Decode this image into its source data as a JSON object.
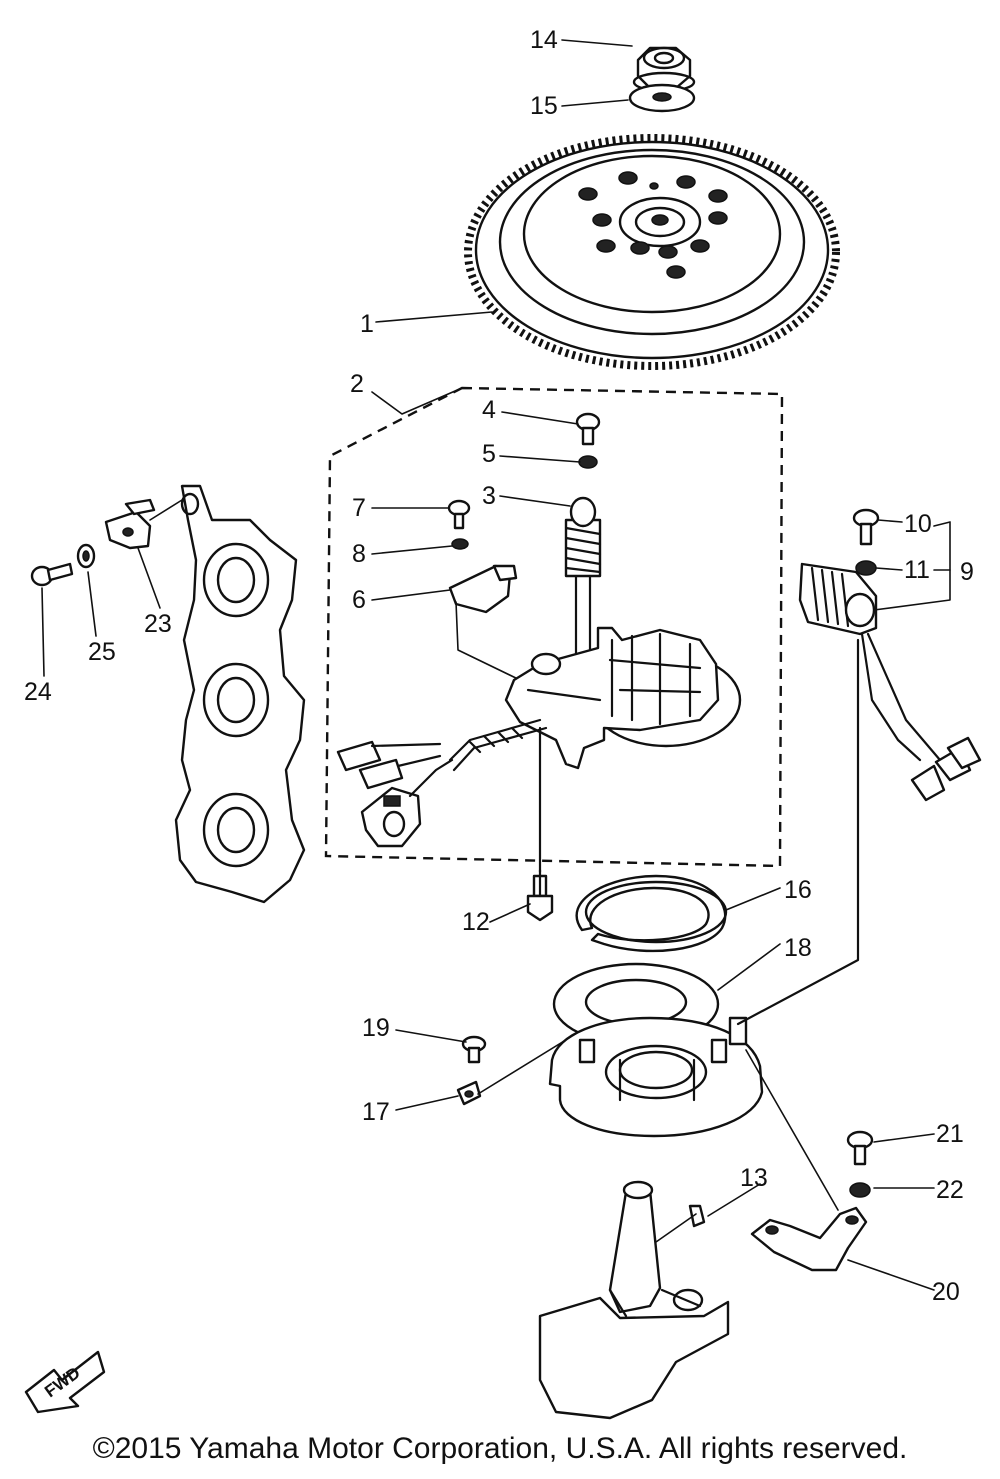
{
  "callouts": {
    "c1": "1",
    "c2": "2",
    "c3": "3",
    "c4": "4",
    "c5": "5",
    "c6": "6",
    "c7": "7",
    "c8": "8",
    "c9": "9",
    "c10": "10",
    "c11": "11",
    "c12": "12",
    "c13": "13",
    "c14": "14",
    "c15": "15",
    "c16": "16",
    "c17": "17",
    "c18": "18",
    "c19": "19",
    "c20": "20",
    "c21": "21",
    "c22": "22",
    "c23": "23",
    "c24": "24",
    "c25": "25"
  },
  "fwd_badge": "FWD",
  "copyright": "©2015 Yamaha Motor Corporation, U.S.A. All rights reserved."
}
